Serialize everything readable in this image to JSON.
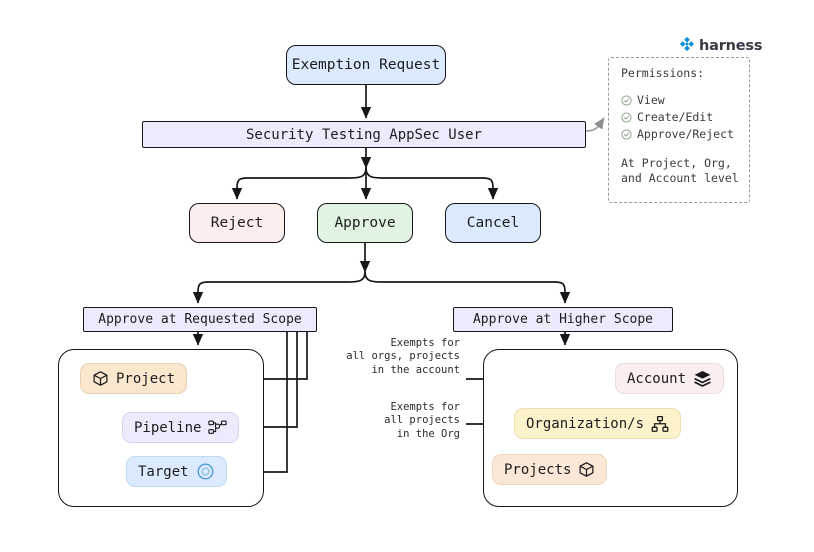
{
  "brand": {
    "name": "harness",
    "logo_icon": "harness-diamond-logo",
    "accent_color": "#0a8fdc"
  },
  "flow": {
    "request": {
      "label": "Exemption Request",
      "color": "#dbeafe"
    },
    "actor": {
      "label": "Security Testing AppSec User",
      "color": "#ecebfb"
    },
    "actions": [
      {
        "id": "reject",
        "label": "Reject",
        "color": "#fdeeee"
      },
      {
        "id": "approve",
        "label": "Approve",
        "color": "#e1f4e2"
      },
      {
        "id": "cancel",
        "label": "Cancel",
        "color": "#dbeafe"
      }
    ],
    "scopes": [
      {
        "id": "requested",
        "label": "Approve at Requested Scope",
        "color": "#ecebfb"
      },
      {
        "id": "higher",
        "label": "Approve at Higher Scope",
        "color": "#ecebfb"
      }
    ]
  },
  "permissions": {
    "title": "Permissions:",
    "check_icon": "check-circle-icon",
    "items": [
      "View",
      "Create/Edit",
      "Approve/Reject"
    ],
    "footnote": "At Project, Org,\nand Account level"
  },
  "requested_scope": {
    "nodes": [
      {
        "id": "project",
        "label": "Project",
        "icon": "cube-icon",
        "icon_side": "left",
        "color": "#fbe7cd"
      },
      {
        "id": "pipeline",
        "label": "Pipeline",
        "icon": "pipeline-icon",
        "icon_side": "right",
        "color": "#ecebfb"
      },
      {
        "id": "target",
        "label": "Target",
        "icon": "target-icon",
        "icon_side": "right",
        "color": "#dbeafe"
      }
    ]
  },
  "higher_scope": {
    "nodes": [
      {
        "id": "account",
        "label": "Account",
        "icon": "layers-icon",
        "icon_side": "right",
        "color": "#faeeee"
      },
      {
        "id": "organizations",
        "label": "Organization/s",
        "icon": "org-chart-icon",
        "icon_side": "right",
        "color": "#fcf3cd"
      },
      {
        "id": "projects",
        "label": "Projects",
        "icon": "cube-icon",
        "icon_side": "right",
        "color": "#fbe7d6"
      }
    ],
    "annotations": [
      {
        "id": "account-exempts",
        "text": "Exempts for\nall orgs, projects\nin the account"
      },
      {
        "id": "org-exempts",
        "text": "Exempts for\nall projects\nin the Org"
      }
    ]
  }
}
